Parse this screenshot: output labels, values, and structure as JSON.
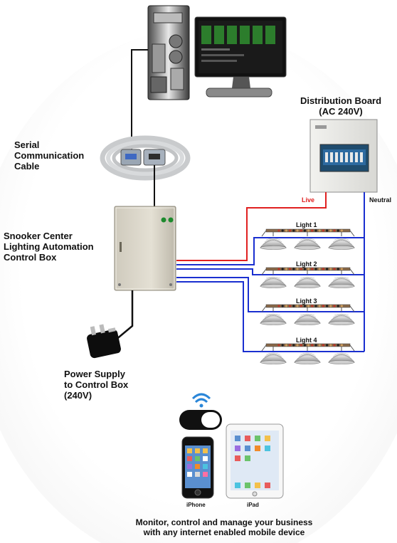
{
  "labels": {
    "distribution_board": [
      "Distribution Board",
      "(AC 240V)"
    ],
    "serial_cable": [
      "Serial",
      "Communication",
      "Cable"
    ],
    "control_box": [
      "Snooker Center",
      "Lighting Automation",
      "Control Box"
    ],
    "power_supply": [
      "Power Supply",
      "to Control Box",
      "(240V)"
    ],
    "live": "Live",
    "neutral": "Neutral",
    "lights": [
      "Light 1",
      "Light 2",
      "Light 3",
      "Light 4"
    ],
    "wifi": "WiFi",
    "iphone": "iPhone",
    "ipad": "iPad",
    "footer": [
      "Monitor, control and manage your business",
      "with any internet enabled mobile device"
    ]
  },
  "colors": {
    "live_wire": "#e02020",
    "neutral_wire": "#1a2fd0",
    "cable": "#111111",
    "box": "#dcd8cc",
    "led_green": "#1d8a2d"
  },
  "icons": [
    "computer-tower-icon",
    "monitor-icon",
    "serial-cable-icon",
    "distribution-board-icon",
    "control-box-icon",
    "power-plug-icon",
    "lamp-icon",
    "wifi-icon",
    "iphone-icon",
    "ipad-icon"
  ]
}
